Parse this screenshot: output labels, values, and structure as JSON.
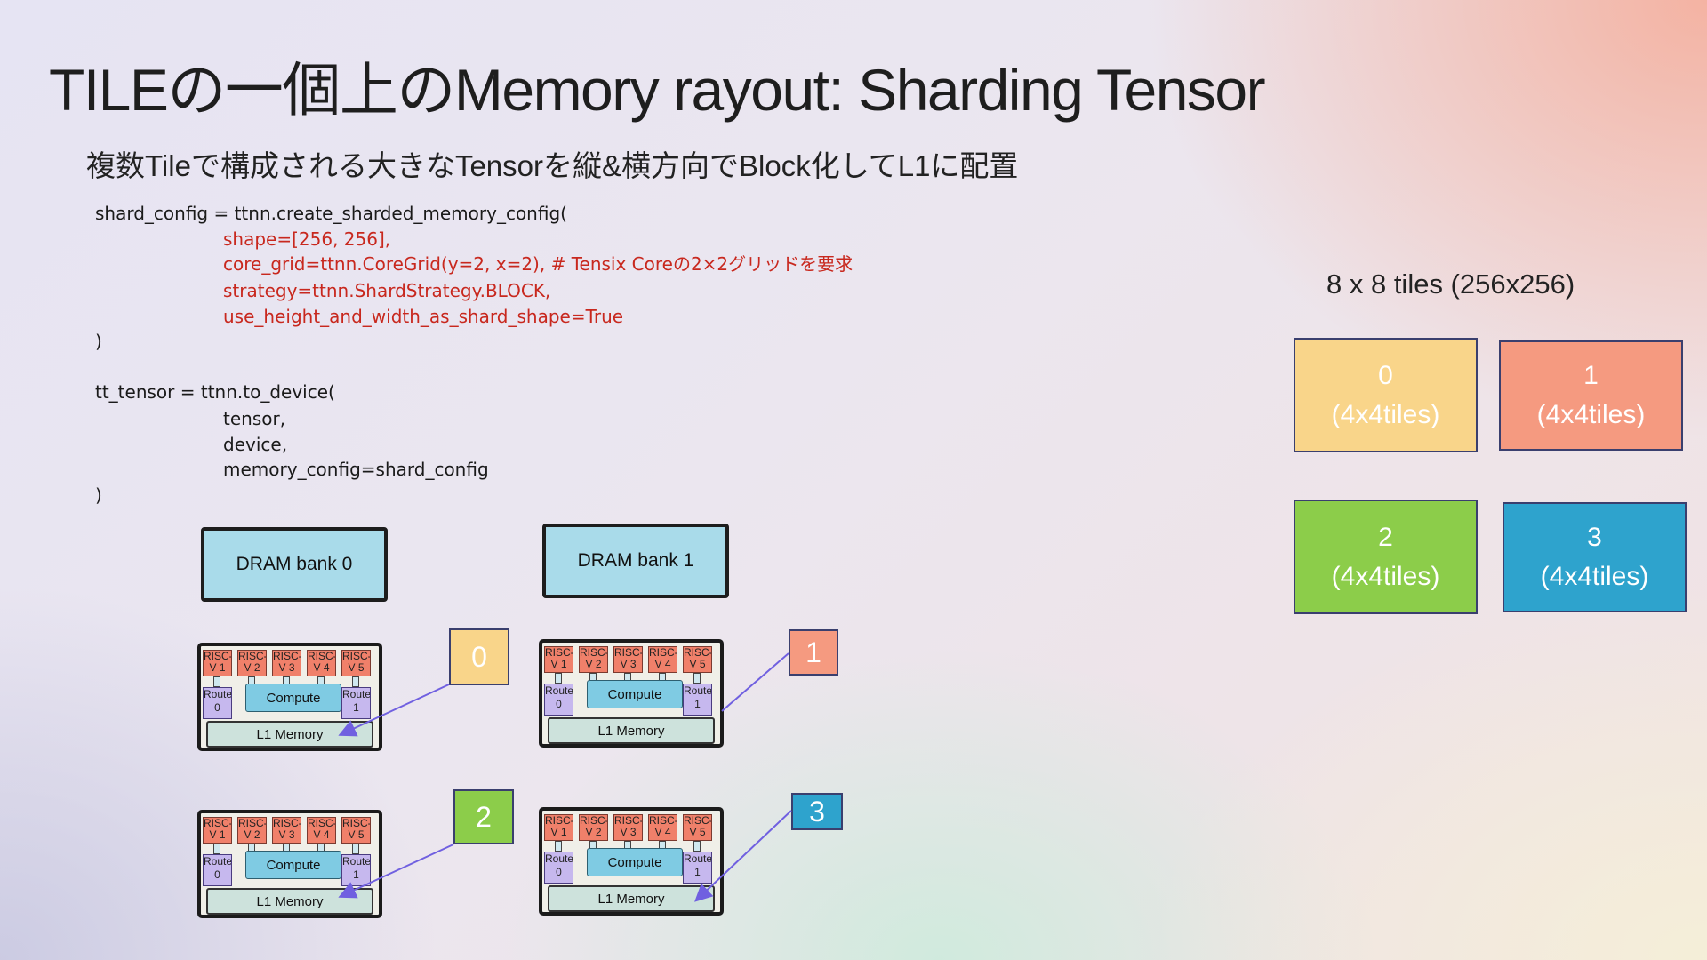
{
  "slide": {
    "title": "TILEの一個上のMemory rayout: Sharding Tensor",
    "subtitle": "複数Tileで構成される大きなTensorを縦&横方向でBlock化してL1に配置"
  },
  "code": {
    "line1": "shard_config = ttnn.create_sharded_memory_config(",
    "line2": "shape=[256, 256],",
    "line3": "core_grid=ttnn.CoreGrid(y=2, x=2), # Tensix Coreの2×2グリッドを要求",
    "line4": "strategy=ttnn.ShardStrategy.BLOCK,",
    "line5": "use_height_and_width_as_shard_shape=True",
    "line6": ")",
    "line7": "tt_tensor = ttnn.to_device(",
    "line8": "tensor,",
    "line9": "device,",
    "line10": "memory_config=shard_config",
    "line11": ")"
  },
  "diagram": {
    "dram0": "DRAM bank 0",
    "dram1": "DRAM bank 1",
    "compute_label": "Compute",
    "l1_label": "L1 Memory",
    "risc_label": "RISC-V",
    "risc_numbers": [
      "1",
      "2",
      "3",
      "4",
      "5"
    ],
    "router_label": "Router",
    "router_numbers": [
      "0",
      "1"
    ],
    "shard_labels": [
      "0",
      "1",
      "2",
      "3"
    ]
  },
  "tiles": {
    "heading": "8 x 8 tiles (256x256)",
    "items": [
      {
        "id": "0",
        "desc": "(4x4tiles)",
        "color": "#f9d58a"
      },
      {
        "id": "1",
        "desc": "(4x4tiles)",
        "color": "#f59a80"
      },
      {
        "id": "2",
        "desc": "(4x4tiles)",
        "color": "#8ccd4a"
      },
      {
        "id": "3",
        "desc": "(4x4tiles)",
        "color": "#2ea3cd"
      }
    ]
  },
  "colors": {
    "shard0": "#f9d58a",
    "shard1": "#f59a80",
    "shard2": "#8ccd4a",
    "shard3": "#2ea3cd",
    "arrow": "#7060e0",
    "code_red": "#c8281e"
  }
}
